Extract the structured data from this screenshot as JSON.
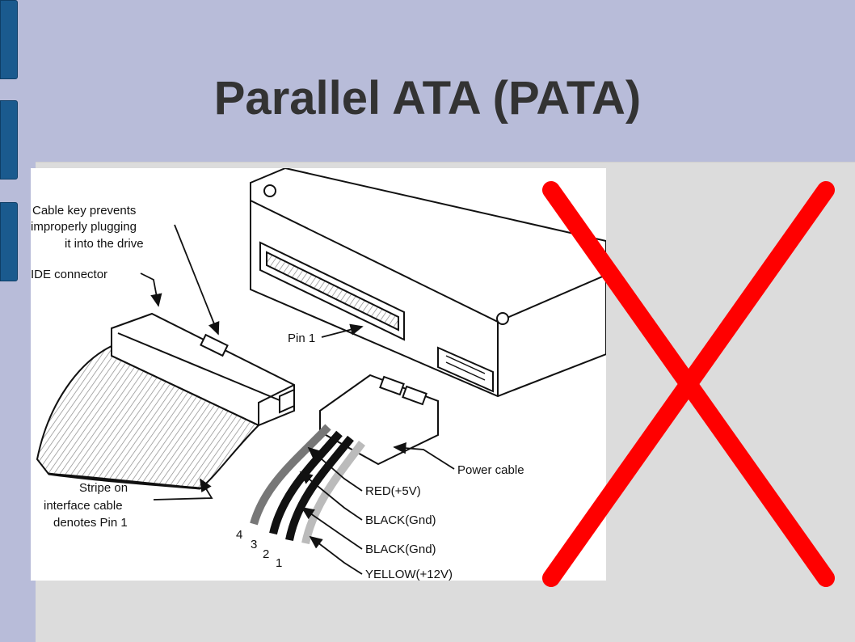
{
  "slide": {
    "title": "Parallel ATA (PATA)"
  },
  "diagram": {
    "labels": {
      "cable_key_1": "Cable key prevents",
      "cable_key_2": "improperly plugging",
      "cable_key_3": "it into the drive",
      "ide_connector": "IDE connector",
      "pin1": "Pin 1",
      "power_cable": "Power cable",
      "stripe_1": "Stripe on",
      "stripe_2": "interface cable",
      "stripe_3": "denotes Pin 1",
      "red": "RED(+5V)",
      "black1": "BLACK(Gnd)",
      "black2": "BLACK(Gnd)",
      "yellow": "YELLOW(+12V)",
      "wire4": "4",
      "wire3": "3",
      "wire2": "2",
      "wire1": "1"
    }
  },
  "colors": {
    "background": "#b8bcd9",
    "panel": "#dcdcdc",
    "tab": "#1a5a8e",
    "title": "#333333",
    "cross": "#ff0000"
  }
}
